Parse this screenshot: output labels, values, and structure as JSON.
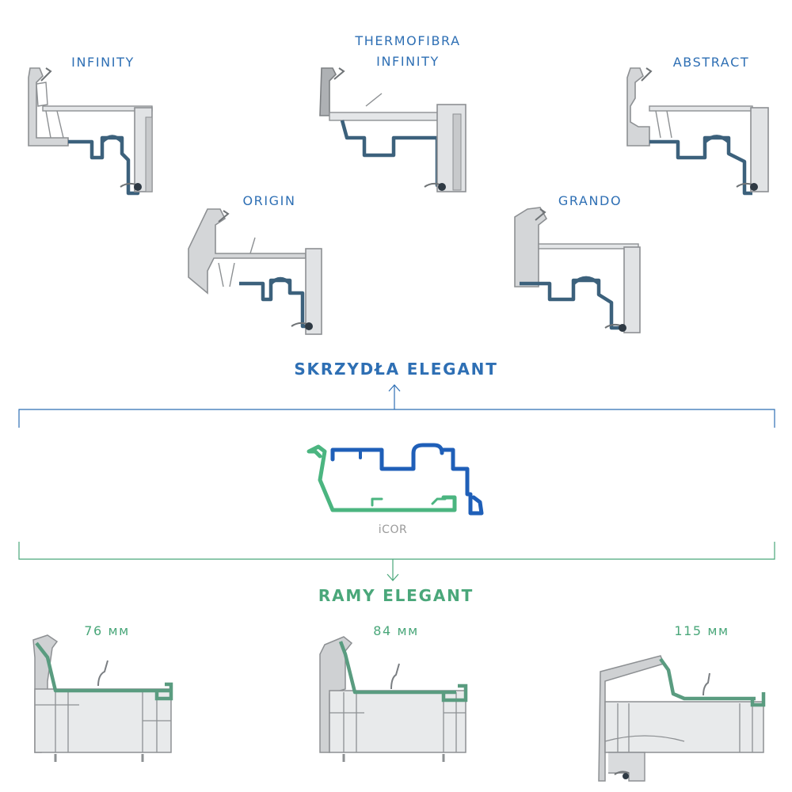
{
  "sash_profiles": {
    "infinity": "INFINITY",
    "thermofibra_line1": "THERMOFIBRA",
    "thermofibra_line2": "INFINITY",
    "abstract": "ABSTRACT",
    "origin": "ORIGIN",
    "grando": "GRANDO"
  },
  "sash_title": "SKRZYDŁA  ELEGANT",
  "core_label": "iCOR",
  "frame_title": "RAMY ELEGANT",
  "frame_profiles": {
    "w76": "76 мм",
    "w84": "84 мм",
    "w115": "115 мм"
  },
  "colors": {
    "blue_text": "#2e6fb4",
    "green_text": "#4aa77a",
    "sash_profile": "#385f7a",
    "frame_profile": "#5a9c80",
    "core_blue": "#1f5fb8",
    "core_green": "#4bb580",
    "pvc_gray": "#b9bcbf"
  }
}
